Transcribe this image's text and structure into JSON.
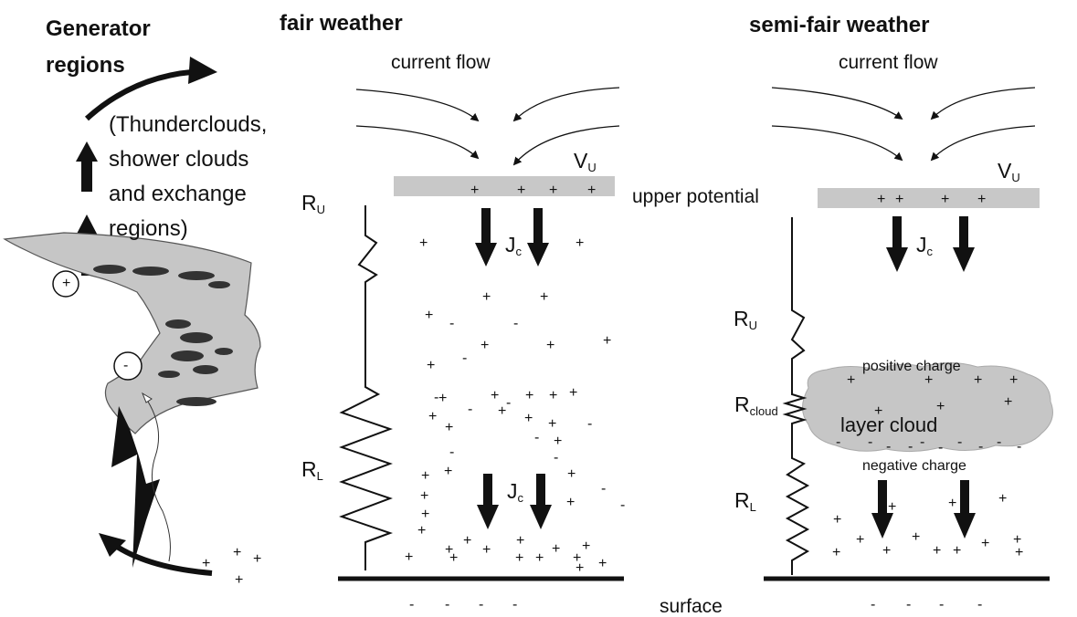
{
  "headings": {
    "generator_line1": "Generator",
    "generator_line2": "regions",
    "fair": "fair weather",
    "semi": "semi-fair weather"
  },
  "generator_note": [
    "(Thunderclouds,",
    "shower clouds",
    "and exchange",
    "regions)"
  ],
  "current_flow": "current flow",
  "labels": {
    "V": "V",
    "U": "U",
    "R": "R",
    "L": "L",
    "cloud": "cloud",
    "J": "J",
    "c": "c",
    "upper_potential": "upper potential",
    "surface": "surface",
    "positive_charge": "positive charge",
    "negative_charge": "negative charge",
    "layer_cloud": "layer cloud",
    "plus": "+",
    "minus": "-"
  },
  "colors": {
    "ink": "#111111",
    "electrode": "#c8c8c8",
    "cloud": "#c6c6c6"
  }
}
